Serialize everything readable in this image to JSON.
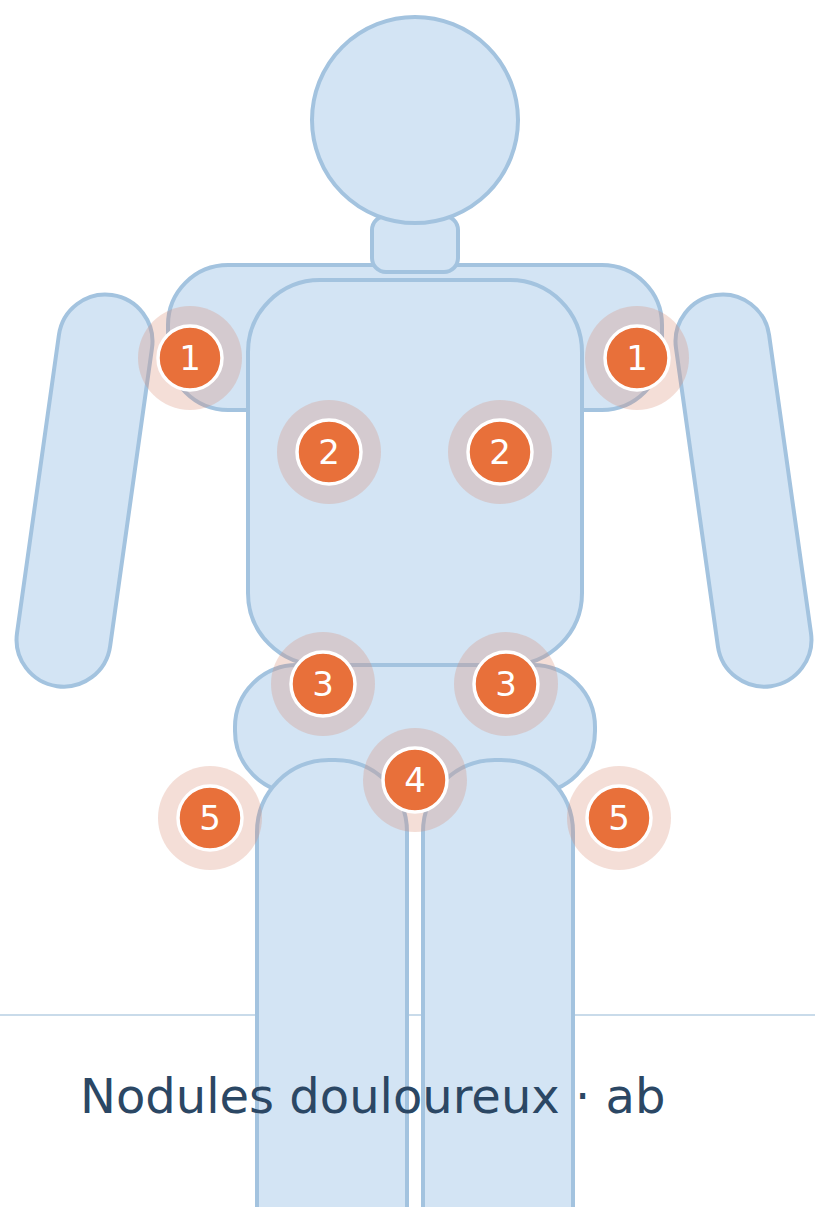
{
  "diagram": {
    "caption": "Nodules douloureux · ab",
    "nodes": [
      {
        "text": [
          "1"
        ]
      },
      {
        "text": [
          "1"
        ]
      },
      {
        "text": [
          "2"
        ]
      },
      {
        "text": [
          "2"
        ]
      },
      {
        "text": [
          "3"
        ]
      },
      {
        "text": [
          "3"
        ]
      },
      {
        "text": [
          "4"
        ]
      },
      {
        "text": [
          "5"
        ]
      },
      {
        "text": [
          "5"
        ]
      }
    ]
  }
}
